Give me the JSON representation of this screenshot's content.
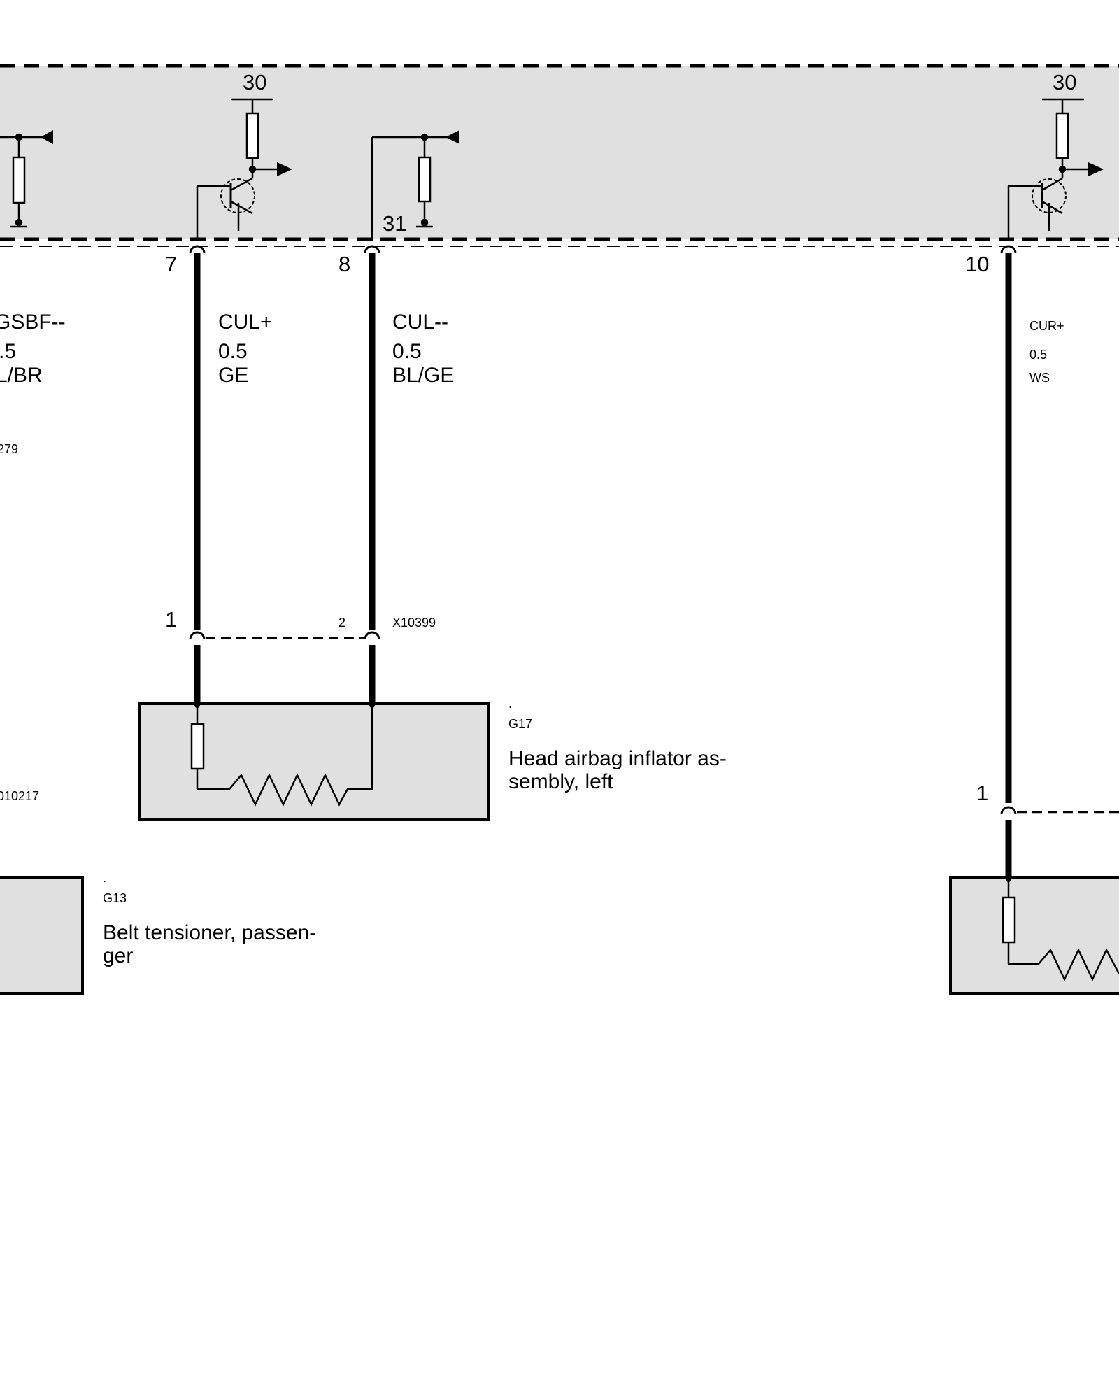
{
  "ecu": {
    "terminal_30_left": "30",
    "terminal_30_right": "30",
    "terminal_31": "31"
  },
  "pins": {
    "pin_7": "7",
    "pin_8": "8",
    "pin_10": "10"
  },
  "wires": {
    "gsbf": {
      "name": "GSBF--",
      "size": ".5",
      "color": "L/BR",
      "ref": "279"
    },
    "cul_plus": {
      "name": "CUL+",
      "size": "0.5",
      "color": "GE"
    },
    "cul_minus": {
      "name": "CUL--",
      "size": "0.5",
      "color": "BL/GE"
    },
    "cur_plus": {
      "name": "CUR+",
      "size": "0.5",
      "color": "WS"
    }
  },
  "connectors": {
    "x10399": {
      "id": "X10399",
      "pin_1": "1",
      "pin_2": "2"
    },
    "right_pin_1": "1",
    "left_ref": "010217"
  },
  "components": {
    "g17": {
      "dot": ".",
      "code": "G17",
      "name_line1": "Head airbag inflator as-",
      "name_line2": "sembly, left"
    },
    "g13": {
      "dot": ".",
      "code": "G13",
      "name_line1": "Belt tensioner, passen-",
      "name_line2": "ger"
    }
  }
}
